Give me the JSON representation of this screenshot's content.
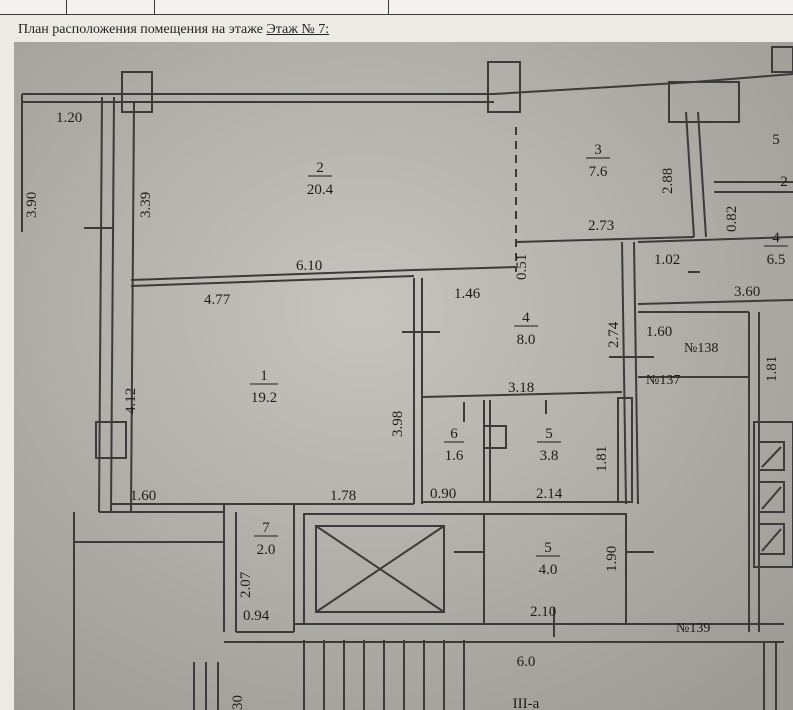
{
  "heading": {
    "prefix": "План расположения помещения на этаже ",
    "floor": "Этаж № 7:"
  },
  "rooms": [
    {
      "id": "r2",
      "number": "2",
      "area": "20.4"
    },
    {
      "id": "r3",
      "number": "3",
      "area": "7.6"
    },
    {
      "id": "r1",
      "number": "1",
      "area": "19.2"
    },
    {
      "id": "r4",
      "number": "4",
      "area": "8.0"
    },
    {
      "id": "r6",
      "number": "6",
      "area": "1.6"
    },
    {
      "id": "r5",
      "number": "5",
      "area": "3.8"
    },
    {
      "id": "r7",
      "number": "7",
      "area": "2.0"
    },
    {
      "id": "r5b",
      "number": "5",
      "area": "4.0"
    },
    {
      "id": "r4n",
      "number": "4",
      "area": "6.5"
    }
  ],
  "dimensions": [
    "1.20",
    "3.90",
    "3.39",
    "6.10",
    "2.88",
    "2.73",
    "0.51",
    "1.46",
    "4.77",
    "2.74",
    "3.18",
    "3.98",
    "4.12",
    "1.81",
    "1.60",
    "1.78",
    "0.90",
    "2.14",
    "2.07",
    "0.94",
    "1.90",
    "2.10",
    "1.02",
    "3.60",
    "0.82",
    "1.60",
    "1.81",
    "30"
  ],
  "partial_labels": {
    "r5_edge": "5",
    "r2_edge": "2"
  },
  "apartments": [
    "№138",
    "№137",
    "№139"
  ],
  "stair_area": "6.0",
  "stair_label": "III-a"
}
